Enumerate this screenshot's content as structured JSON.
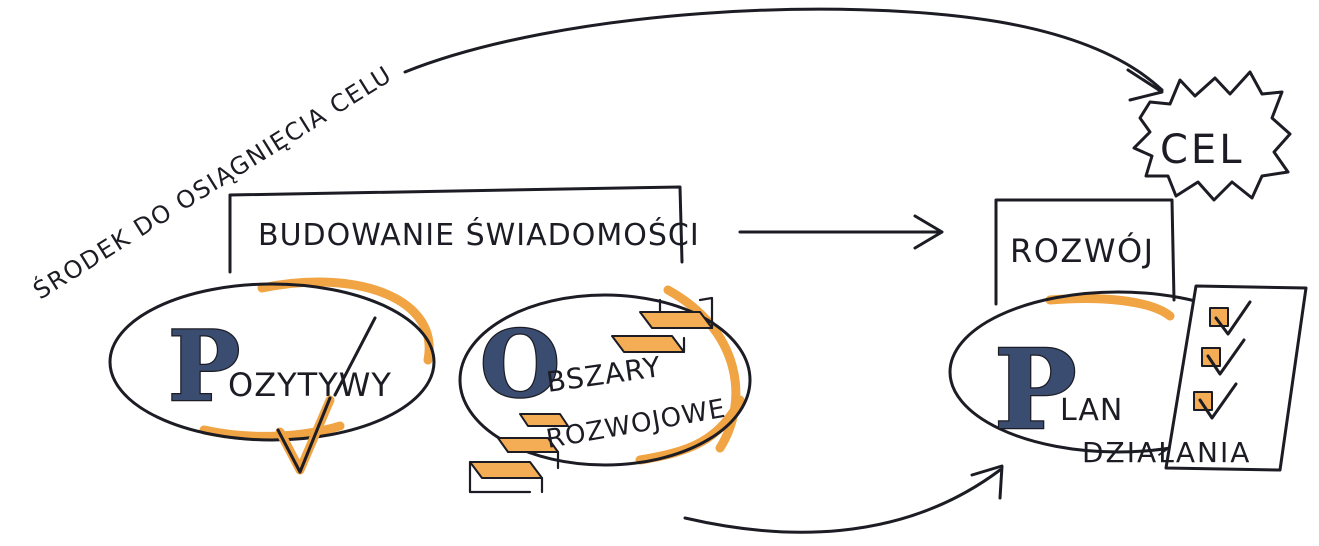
{
  "labels": {
    "goal": "CEL",
    "means": "ŚRODEK DO OSIĄGNIĘCIA CELU",
    "awareness": "BUDOWANIE ŚWIADOMOŚCI",
    "development": "ROZWÓJ",
    "positive_initial": "P",
    "positive_rest": "OZYTYWY",
    "areas_initial": "O",
    "areas_line1": "BSZARY",
    "areas_line2": "ROZWOJOWE",
    "plan_initial": "P",
    "plan_rest": "LAN",
    "plan_line2": "DZIAŁANIA"
  },
  "colors": {
    "ink": "#1c1c24",
    "highlight": "#f0a443",
    "letter_fill": "#3a4c70"
  }
}
